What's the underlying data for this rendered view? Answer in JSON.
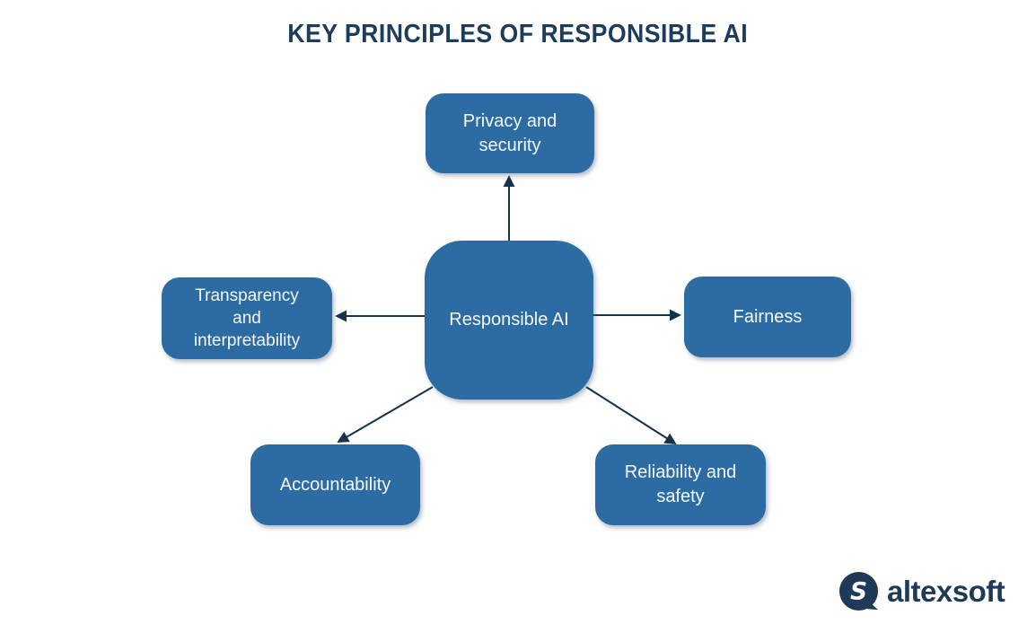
{
  "title": "KEY PRINCIPLES OF RESPONSIBLE AI",
  "diagram": {
    "type": "hub-and-spoke",
    "center_node": {
      "id": "responsible-ai",
      "label": [
        "Responsible AI"
      ]
    },
    "nodes": {
      "privacy": {
        "label": [
          "Privacy and",
          "security"
        ],
        "position": "top"
      },
      "transparency": {
        "label": [
          "Transparency",
          "and",
          "interpretability"
        ],
        "position": "left"
      },
      "fairness": {
        "label": [
          "Fairness"
        ],
        "position": "right"
      },
      "accountability": {
        "label": [
          "Accountability"
        ],
        "position": "bottom-left"
      },
      "reliability": {
        "label": [
          "Reliability and",
          "safety"
        ],
        "position": "bottom-right"
      }
    },
    "edges": [
      {
        "from": "responsible-ai",
        "to": "privacy"
      },
      {
        "from": "responsible-ai",
        "to": "transparency"
      },
      {
        "from": "responsible-ai",
        "to": "fairness"
      },
      {
        "from": "responsible-ai",
        "to": "accountability"
      },
      {
        "from": "responsible-ai",
        "to": "reliability"
      }
    ],
    "colors": {
      "node_fill": "#2d6ca2",
      "node_text": "#f4f8fb",
      "arrow": "#16334c",
      "title_text": "#1d3c5a",
      "background": "#fefefe"
    }
  },
  "branding": {
    "logo_text": "altexsoft",
    "logo_icon": "altexsoft-speech-bubble-s-icon",
    "logo_color": "#1e3a57"
  }
}
